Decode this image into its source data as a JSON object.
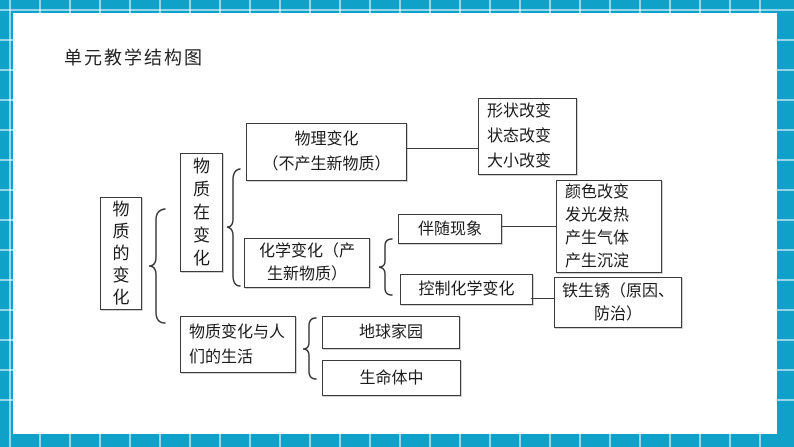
{
  "slide": {
    "title": "单元教学结构图"
  },
  "colors": {
    "slide_border_teal": "#10a1c9",
    "line_color": "#3c3c3c"
  },
  "nodes": {
    "root": {
      "label": "物质的变化"
    },
    "changing": {
      "label": "物质在变化"
    },
    "physical": {
      "lines": [
        "物理变化",
        "（不产生新物质）"
      ]
    },
    "physical_examples": {
      "lines": [
        "形状改变",
        "状态改变",
        "大小改变"
      ]
    },
    "chemical": {
      "lines": [
        "化学变化（产",
        "生新物质）"
      ]
    },
    "phenomena": {
      "label": "伴随现象"
    },
    "phenomena_examples": {
      "lines": [
        "颜色改变",
        "发光发热",
        "产生气体",
        "产生沉淀"
      ]
    },
    "control": {
      "label": "控制化学变化"
    },
    "rust": {
      "lines": [
        "铁生锈（原因、",
        "防治）"
      ]
    },
    "life_relation": {
      "lines": [
        "物质变化与人",
        "们的生活"
      ]
    },
    "earth": {
      "label": "地球家园"
    },
    "life_body": {
      "label": "生命体中"
    }
  }
}
